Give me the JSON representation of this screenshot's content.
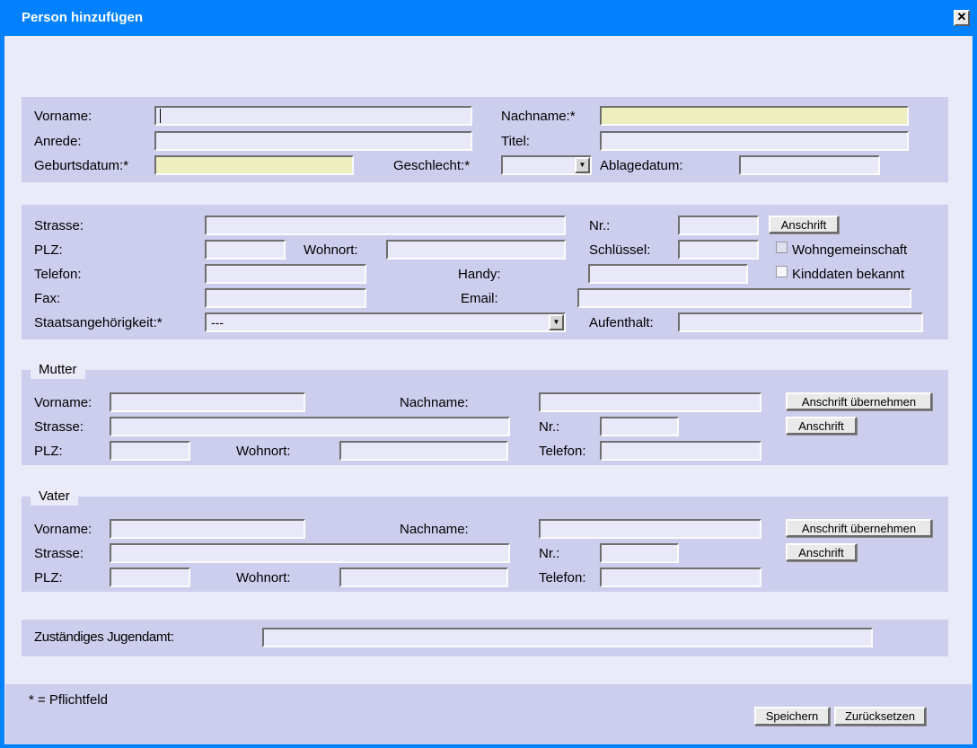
{
  "window": {
    "title": "Person hinzufügen",
    "close_icon": "✕"
  },
  "colors": {
    "titlebar_blue": "#0181FE",
    "dialog_bg": "#EAEAF8",
    "panel_lavender": "#CDCDEE",
    "required_yellow": "#EEEEBE",
    "field_bg": "#E8E8F8"
  },
  "personal": {
    "vorname_label": "Vorname:",
    "nachname_label": "Nachname:*",
    "anrede_label": "Anrede:",
    "titel_label": "Titel:",
    "geburtsdatum_label": "Geburtsdatum:*",
    "geschlecht_label": "Geschlecht:*",
    "geschlecht_value": "",
    "ablagedatum_label": "Ablagedatum:",
    "dropdown_arrow_icon": "▼"
  },
  "address": {
    "strasse_label": "Strasse:",
    "nr_label": "Nr.:",
    "anschrift_button": "Anschrift",
    "plz_label": "PLZ:",
    "wohnort_label": "Wohnort:",
    "schluessel_label": "Schlüssel:",
    "wohngemeinschaft_label": "Wohngemeinschaft",
    "telefon_label": "Telefon:",
    "handy_label": "Handy:",
    "kinddaten_label": "Kinddaten bekannt",
    "fax_label": "Fax:",
    "email_label": "Email:",
    "staatsangehoerigkeit_label": "Staatsangehörigkeit:*",
    "staatsangehoerigkeit_value": "---",
    "aufenthalt_label": "Aufenthalt:",
    "dropdown_arrow_icon": "▼"
  },
  "mutter": {
    "legend": "Mutter",
    "vorname_label": "Vorname:",
    "nachname_label": "Nachname:",
    "anschrift_uebernehmen_button": "Anschrift übernehmen",
    "strasse_label": "Strasse:",
    "nr_label": "Nr.:",
    "anschrift_button": "Anschrift",
    "plz_label": "PLZ:",
    "wohnort_label": "Wohnort:",
    "telefon_label": "Telefon:"
  },
  "vater": {
    "legend": "Vater",
    "vorname_label": "Vorname:",
    "nachname_label": "Nachname:",
    "anschrift_uebernehmen_button": "Anschrift übernehmen",
    "strasse_label": "Strasse:",
    "nr_label": "Nr.:",
    "anschrift_button": "Anschrift",
    "plz_label": "PLZ:",
    "wohnort_label": "Wohnort:",
    "telefon_label": "Telefon:"
  },
  "jugendamt": {
    "label": "Zuständiges Jugendamt:"
  },
  "footer": {
    "note": "* = Pflichtfeld",
    "speichern_button": "Speichern",
    "zuruecksetzen_button": "Zurücksetzen"
  }
}
